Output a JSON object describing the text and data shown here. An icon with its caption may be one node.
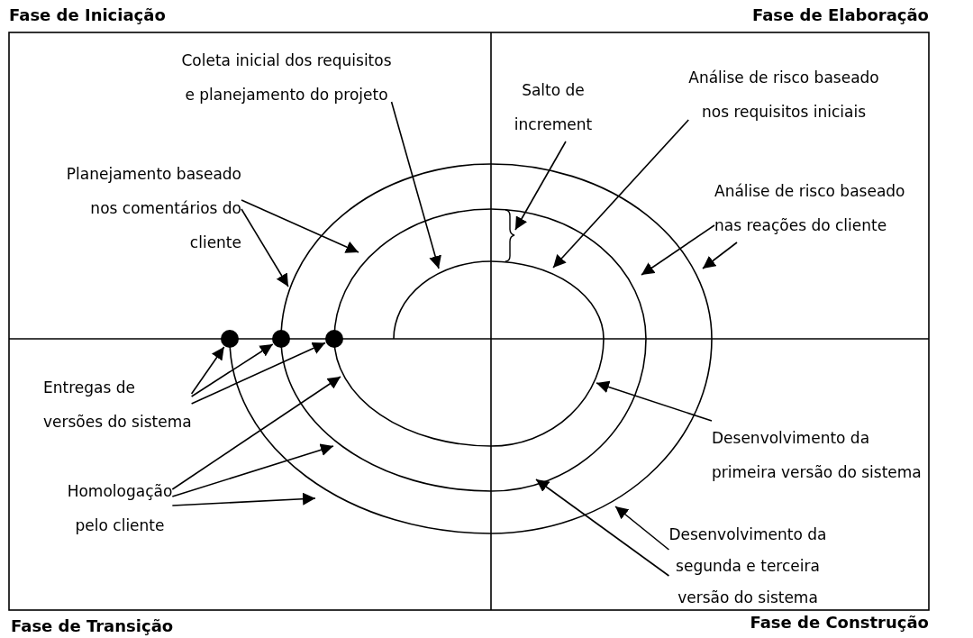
{
  "diagram": {
    "nodes": [
      {
        "text": [
          "Coleta inicial dos requisitos e planejamento do projeto"
        ]
      },
      {
        "text": [
          "Salto de increment"
        ]
      },
      {
        "text": [
          "Análise de risco baseado nos requisitos iniciais"
        ]
      },
      {
        "text": [
          "Planejamento baseado nos comentários do cliente"
        ]
      },
      {
        "text": [
          "Análise de risco baseado nas reações do cliente"
        ]
      },
      {
        "text": [],
        "shape": "circle"
      },
      {
        "text": [],
        "shape": "circle"
      },
      {
        "text": [],
        "shape": "circle"
      },
      {
        "text": [
          "Entregas de versões do sistema"
        ]
      },
      {
        "text": [
          "Desenvolvimento da primeira versão do sistema"
        ]
      },
      {
        "text": [
          "Homologação pelo cliente"
        ]
      },
      {
        "text": [
          "Desenvolvimento da segunda e terceira versão do sistema"
        ]
      }
    ],
    "edges": [
      {
        "from": 0,
        "to": null,
        "arrow": "to"
      },
      {
        "from": 1,
        "to": null,
        "arrow": "to"
      },
      {
        "from": 2,
        "to": null,
        "arrow": "to"
      },
      {
        "from": 3,
        "to": null,
        "arrow": "to"
      },
      {
        "from": 3,
        "to": null,
        "arrow": "to"
      },
      {
        "from": 4,
        "to": null,
        "arrow": "to"
      },
      {
        "from": 4,
        "to": null,
        "arrow": "to"
      },
      {
        "from": 8,
        "to": 5,
        "arrow": "to"
      },
      {
        "from": 8,
        "to": 6,
        "arrow": "to"
      },
      {
        "from": 8,
        "to": 7,
        "arrow": "to"
      },
      {
        "from": 9,
        "to": null,
        "arrow": "to"
      },
      {
        "from": 10,
        "to": null,
        "arrow": "to"
      },
      {
        "from": 10,
        "to": null,
        "arrow": "to"
      },
      {
        "from": 10,
        "to": null,
        "arrow": "to"
      },
      {
        "from": 11,
        "to": null,
        "arrow": "to"
      },
      {
        "from": 11,
        "to": null,
        "arrow": "to"
      }
    ],
    "labels": [
      "Fase de Iniciação",
      "Fase de Elaboração",
      "Fase de Transição",
      "Fase de Construção"
    ]
  }
}
